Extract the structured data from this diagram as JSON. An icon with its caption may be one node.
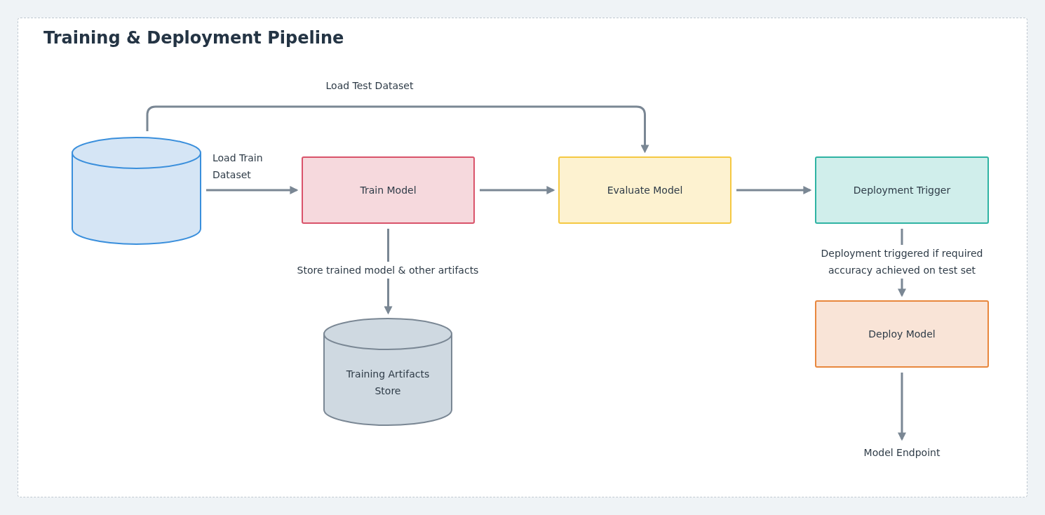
{
  "diagram": {
    "title": "Training & Deployment Pipeline",
    "nodes": [
      {
        "text": [],
        "shape": "cylinder"
      },
      {
        "text": [
          "Train Model"
        ]
      },
      {
        "text": [
          "Evaluate Model"
        ]
      },
      {
        "text": [
          "Deployment Trigger"
        ]
      },
      {
        "text": [
          "Training Artifacts Store"
        ]
      },
      {
        "text": [
          "Deploy Model"
        ]
      },
      {
        "text": [
          "Model Endpoint"
        ]
      }
    ],
    "edges": [
      {
        "from": 0,
        "to": 2,
        "arrow": "to",
        "label": "Load Test Dataset"
      },
      {
        "from": 0,
        "to": 1,
        "arrow": "to",
        "label": "Load Train Dataset"
      },
      {
        "from": 1,
        "to": 2,
        "arrow": "to"
      },
      {
        "from": 2,
        "to": 3,
        "arrow": "to"
      },
      {
        "from": 1,
        "to": 4,
        "arrow": "to",
        "label": "Store trained model & other artifacts"
      },
      {
        "from": 3,
        "to": 5,
        "arrow": "to",
        "label": "Deployment triggered if required accuracy achieved on test set"
      },
      {
        "from": 5,
        "to": 6,
        "arrow": "to"
      }
    ]
  }
}
